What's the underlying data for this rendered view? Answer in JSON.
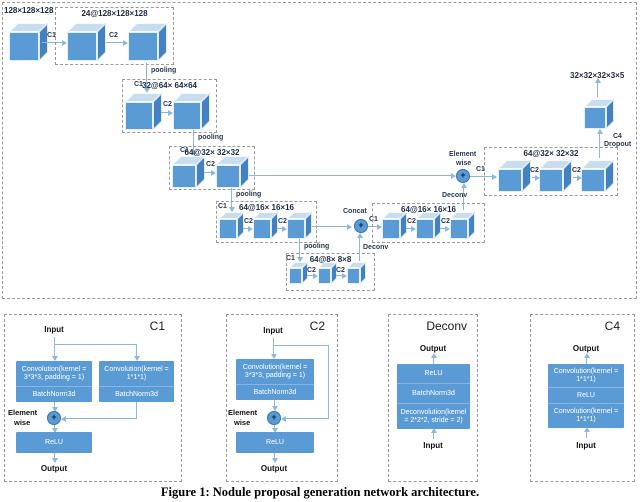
{
  "caption": "Figure 1: Nodule proposal generation network architecture.",
  "diagram": {
    "input_dim": "128×128×128",
    "output_dim": "32×32×32×3×5",
    "enc128_label": "24@128×128×128",
    "enc64_label": "32@64× 64×64",
    "enc32_label": "64@32× 32×32",
    "enc16_label": "64@16× 16×16",
    "enc8_label": "64@8× 8×8",
    "dec16_label": "64@16× 16×16",
    "dec32_label": "64@32× 32×32",
    "labels": {
      "c1": "C1",
      "c2": "C2",
      "c4": "C4",
      "pooling": "pooling",
      "concat": "Concat",
      "deconv": "Deconv",
      "dropout": "Dropout",
      "element": "Element",
      "wise": "wise",
      "plus": "+"
    }
  },
  "blocks": {
    "c1": {
      "title": "C1",
      "input": "Input",
      "output": "Output",
      "left_conv": "Convolution(kernel = 3*3*3, padding = 1)",
      "left_bn": "BatchNorm3d",
      "right_conv": "Convolution(kernel = 1*1*1)",
      "right_bn": "BatchNorm3d",
      "element": "Element",
      "wise": "wise",
      "plus": "+",
      "relu": "ReLU"
    },
    "c2": {
      "title": "C2",
      "input": "Input",
      "output": "Output",
      "conv": "Convolution(kernel = 3*3*3, padding = 1)",
      "bn": "BatchNorm3d",
      "element": "Element",
      "wise": "wise",
      "plus": "+",
      "relu": "ReLU"
    },
    "deconv": {
      "title": "Deconv",
      "input": "Input",
      "output": "Output",
      "relu": "ReLU",
      "bn": "BatchNorm3d",
      "deconv": "Deconvolution(kernel = 2*2*2, stride = 2)"
    },
    "c4": {
      "title": "C4",
      "input": "Input",
      "output": "Output",
      "conv_top": "Convolution(kernel = 1*1*1)",
      "relu": "ReLU",
      "conv_bottom": "Convolution(kernel = 1*1*1)"
    }
  },
  "colors": {
    "cube_front": "#5b9bd5",
    "cube_top": "#c9ddf1",
    "cube_side": "#4282c2",
    "arrow": "#8db6e0",
    "block_fill": "#5b9bd5"
  }
}
